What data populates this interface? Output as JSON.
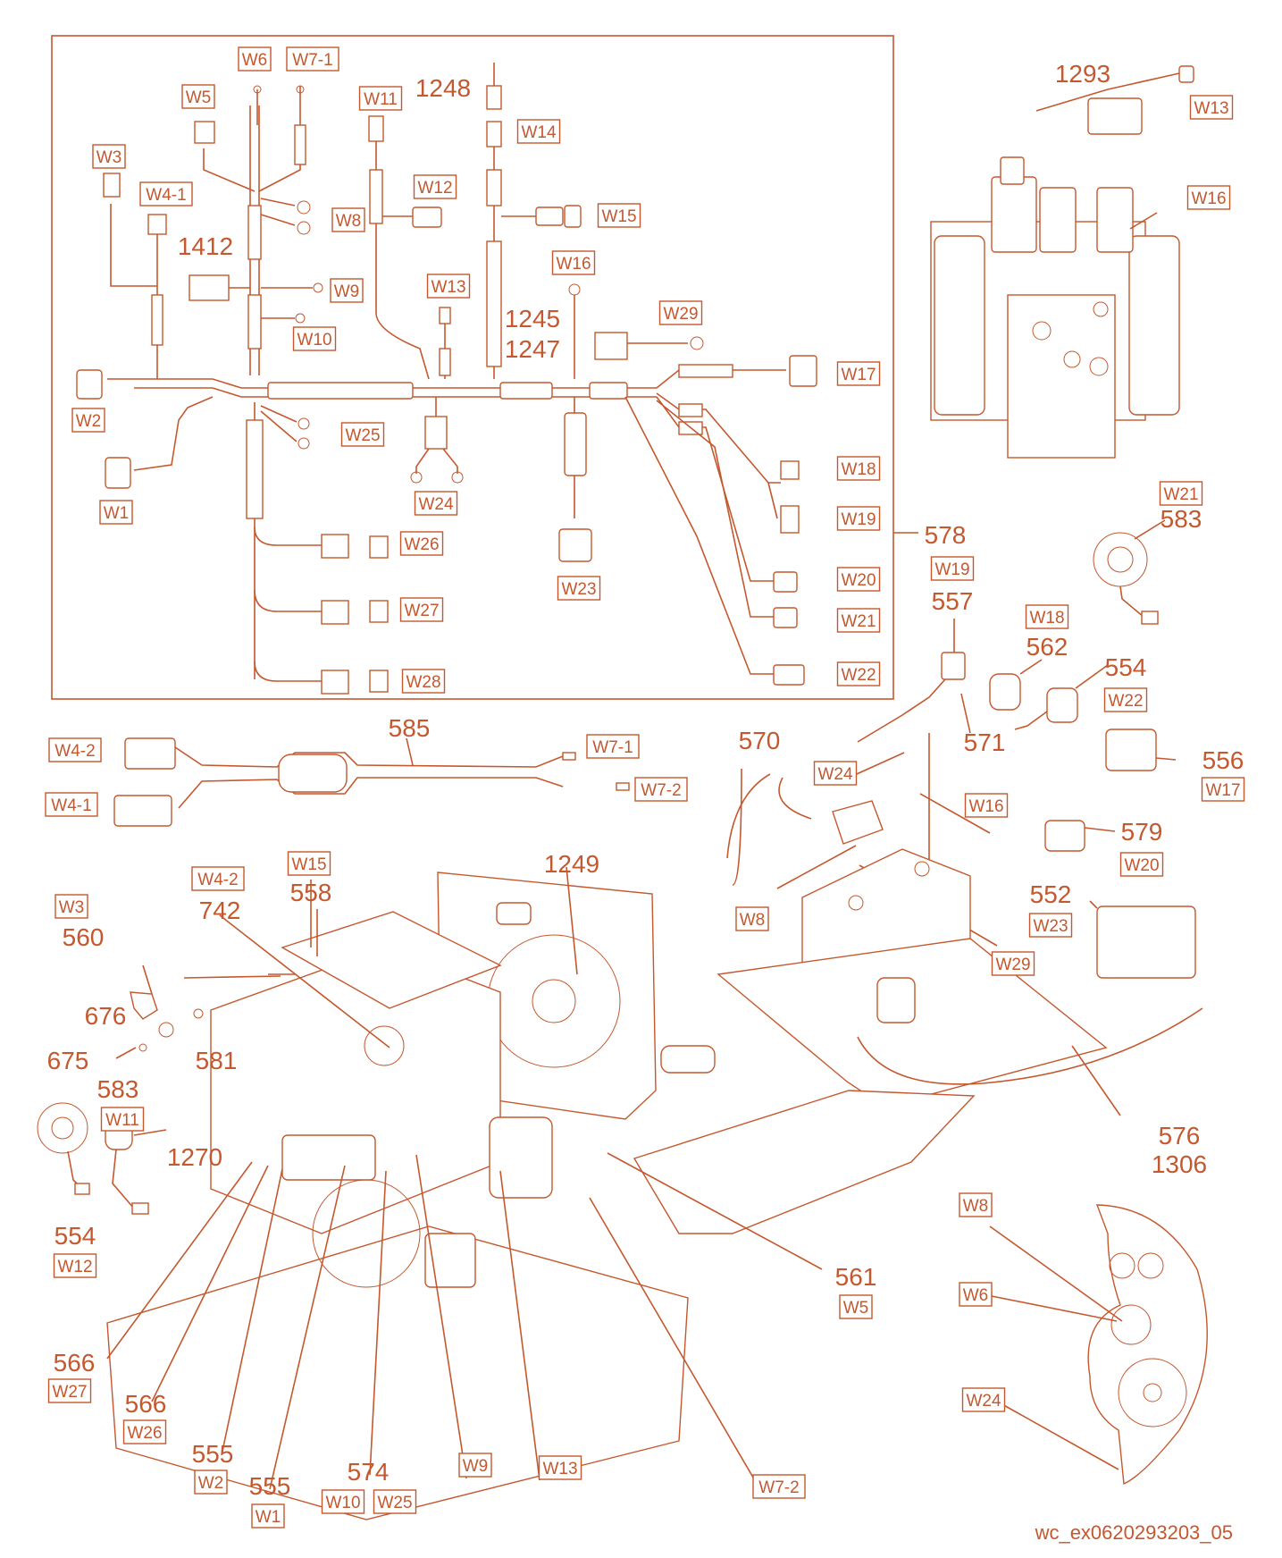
{
  "drawing_id": "wc_ex0620293203_05",
  "colors": {
    "line": "#c4582e",
    "background": "#ffffff"
  },
  "wire_labels": [
    {
      "id": "w6-top",
      "text": "W6"
    },
    {
      "id": "w7-1-top",
      "text": "W7-1"
    },
    {
      "id": "w5-top",
      "text": "W5"
    },
    {
      "id": "w11-top",
      "text": "W11"
    },
    {
      "id": "w14-top",
      "text": "W14"
    },
    {
      "id": "w3-top",
      "text": "W3"
    },
    {
      "id": "w4-1-top",
      "text": "W4-1"
    },
    {
      "id": "w12-top",
      "text": "W12"
    },
    {
      "id": "w8-top",
      "text": "W8"
    },
    {
      "id": "w15-top",
      "text": "W15"
    },
    {
      "id": "w16-top",
      "text": "W16"
    },
    {
      "id": "w9-top",
      "text": "W9"
    },
    {
      "id": "w13-top",
      "text": "W13"
    },
    {
      "id": "w29-top",
      "text": "W29"
    },
    {
      "id": "w10-top",
      "text": "W10"
    },
    {
      "id": "w17-top",
      "text": "W17"
    },
    {
      "id": "w2-top",
      "text": "W2"
    },
    {
      "id": "w25-top",
      "text": "W25"
    },
    {
      "id": "w18-top",
      "text": "W18"
    },
    {
      "id": "w24-top",
      "text": "W24"
    },
    {
      "id": "w1-top",
      "text": "W1"
    },
    {
      "id": "w19-top",
      "text": "W19"
    },
    {
      "id": "w26-top",
      "text": "W26"
    },
    {
      "id": "w23-top",
      "text": "W23"
    },
    {
      "id": "w20-top",
      "text": "W20"
    },
    {
      "id": "w27-top",
      "text": "W27"
    },
    {
      "id": "w21-top",
      "text": "W21"
    },
    {
      "id": "w22-top",
      "text": "W22"
    },
    {
      "id": "w28-top",
      "text": "W28"
    },
    {
      "id": "w13-valve",
      "text": "W13"
    },
    {
      "id": "w16-valve",
      "text": "W16"
    },
    {
      "id": "w21-583",
      "text": "W21"
    },
    {
      "id": "w19-557",
      "text": "W19"
    },
    {
      "id": "w18-562",
      "text": "W18"
    },
    {
      "id": "w22-554",
      "text": "W22"
    },
    {
      "id": "w17-556",
      "text": "W17"
    },
    {
      "id": "w20-579",
      "text": "W20"
    },
    {
      "id": "w23-552",
      "text": "W23"
    },
    {
      "id": "w4-2-cable",
      "text": "W4-2"
    },
    {
      "id": "w4-1-cable",
      "text": "W4-1"
    },
    {
      "id": "w7-1-cable",
      "text": "W7-1"
    },
    {
      "id": "w7-2-cable",
      "text": "W7-2"
    },
    {
      "id": "w24-bat",
      "text": "W24"
    },
    {
      "id": "w16-bat",
      "text": "W16"
    },
    {
      "id": "w8-bat",
      "text": "W8"
    },
    {
      "id": "w29-bat",
      "text": "W29"
    },
    {
      "id": "w15-eng",
      "text": "W15"
    },
    {
      "id": "w4-2-eng",
      "text": "W4-2"
    },
    {
      "id": "w3-eng",
      "text": "W3"
    },
    {
      "id": "w11-eng",
      "text": "W11"
    },
    {
      "id": "w12-eng",
      "text": "W12"
    },
    {
      "id": "w27-eng",
      "text": "W27"
    },
    {
      "id": "w26-eng",
      "text": "W26"
    },
    {
      "id": "w2-eng",
      "text": "W2"
    },
    {
      "id": "w1-eng",
      "text": "W1"
    },
    {
      "id": "w10-eng",
      "text": "W10"
    },
    {
      "id": "w25-eng",
      "text": "W25"
    },
    {
      "id": "w9-eng",
      "text": "W9"
    },
    {
      "id": "w13-eng",
      "text": "W13"
    },
    {
      "id": "w7-2-eng",
      "text": "W7-2"
    },
    {
      "id": "w5-eng",
      "text": "W5"
    },
    {
      "id": "w8-detail",
      "text": "W8"
    },
    {
      "id": "w6-detail",
      "text": "W6"
    },
    {
      "id": "w24-detail",
      "text": "W24"
    }
  ],
  "part_numbers": [
    {
      "id": "p1248",
      "text": "1248"
    },
    {
      "id": "p1412",
      "text": "1412"
    },
    {
      "id": "p1245",
      "text": "1245"
    },
    {
      "id": "p1247",
      "text": "1247"
    },
    {
      "id": "p1293",
      "text": "1293"
    },
    {
      "id": "p578",
      "text": "578"
    },
    {
      "id": "p583a",
      "text": "583"
    },
    {
      "id": "p557",
      "text": "557"
    },
    {
      "id": "p562",
      "text": "562"
    },
    {
      "id": "p554a",
      "text": "554"
    },
    {
      "id": "p571",
      "text": "571"
    },
    {
      "id": "p556",
      "text": "556"
    },
    {
      "id": "p579",
      "text": "579"
    },
    {
      "id": "p552",
      "text": "552"
    },
    {
      "id": "p585",
      "text": "585"
    },
    {
      "id": "p570",
      "text": "570"
    },
    {
      "id": "p1249",
      "text": "1249"
    },
    {
      "id": "p558",
      "text": "558"
    },
    {
      "id": "p742",
      "text": "742"
    },
    {
      "id": "p560",
      "text": "560"
    },
    {
      "id": "p676",
      "text": "676"
    },
    {
      "id": "p675",
      "text": "675"
    },
    {
      "id": "p581",
      "text": "581"
    },
    {
      "id": "p583b",
      "text": "583"
    },
    {
      "id": "p1270",
      "text": "1270"
    },
    {
      "id": "p554b",
      "text": "554"
    },
    {
      "id": "p576",
      "text": "576"
    },
    {
      "id": "p1306",
      "text": "1306"
    },
    {
      "id": "p561",
      "text": "561"
    },
    {
      "id": "p566a",
      "text": "566"
    },
    {
      "id": "p566b",
      "text": "566"
    },
    {
      "id": "p555a",
      "text": "555"
    },
    {
      "id": "p555b",
      "text": "555"
    },
    {
      "id": "p574",
      "text": "574"
    }
  ]
}
